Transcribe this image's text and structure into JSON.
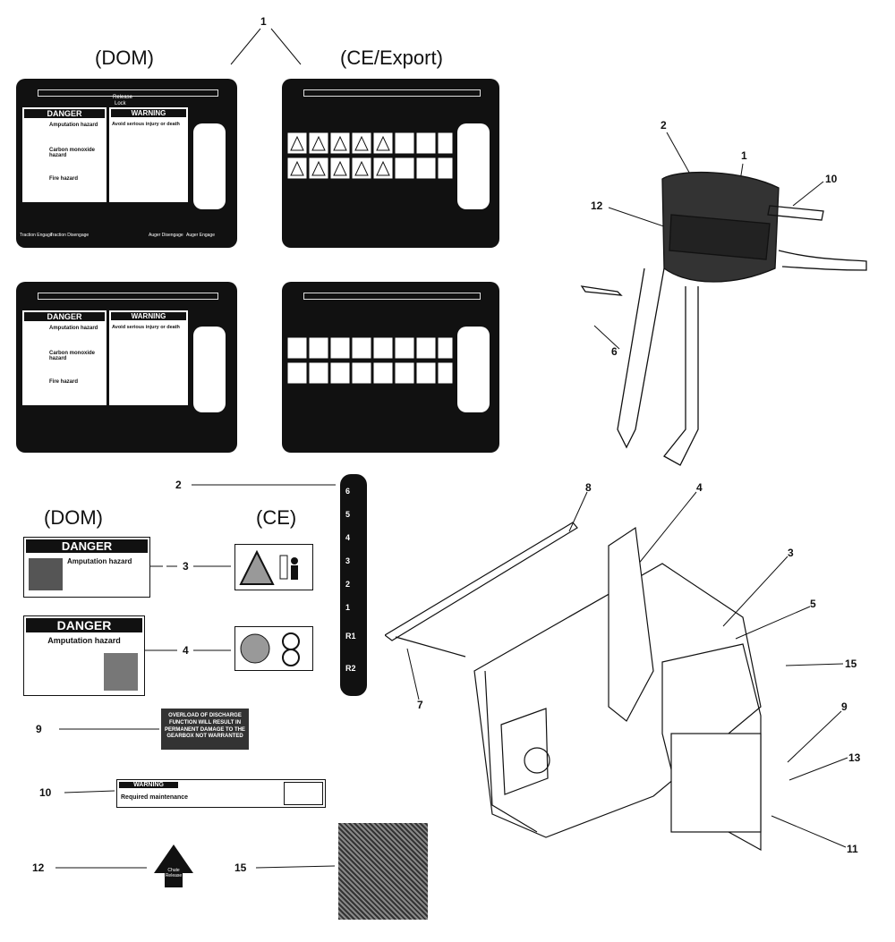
{
  "headings": {
    "dom_top": "(DOM)",
    "ce_export_top": "(CE/Export)",
    "dom_mid": "(DOM)",
    "ce_mid": "(CE)"
  },
  "callouts": {
    "c1_top": "1",
    "c2_decal_strip": "2",
    "c3_decal": "3",
    "c4_decal": "4",
    "c9_decal": "9",
    "c10_decal": "10",
    "c12_decal": "12",
    "c15_decal": "15",
    "c1_handle": "1",
    "c2_handle": "2",
    "c10_handle": "10",
    "c12_handle": "12",
    "c6_handle": "6",
    "c8_housing": "8",
    "c4_housing": "4",
    "c3_housing": "3",
    "c5_housing": "5",
    "c15_housing": "15",
    "c7_housing": "7",
    "c9_housing": "9",
    "c13_housing": "13",
    "c11_housing": "11"
  },
  "panel": {
    "release_text": "Release",
    "lock_text": "Lock",
    "danger": "DANGER",
    "warning": "WARNING",
    "amputation": "Amputation hazard",
    "carbon": "Carbon monoxide hazard",
    "fire": "Fire hazard",
    "avoid_injury": "Avoid serious injury or death",
    "traction_engage": "Traction Engage",
    "traction_disengage": "Traction Disengage",
    "auger_disengage": "Auger Disengage",
    "auger_engage": "Auger Engage"
  },
  "strip": {
    "speeds": [
      "6",
      "5",
      "4",
      "3",
      "2",
      "1",
      "R1",
      "R2"
    ]
  },
  "decals": {
    "danger_title": "DANGER",
    "amputation": "Amputation hazard",
    "warning_title": "WARNING",
    "required_maintenance": "Required maintenance",
    "over_discharge_notice": "OVERLOAD OF DISCHARGE FUNCTION WILL RESULT IN PERMANENT DAMAGE TO THE GEARBOX NOT WARRANTED",
    "chute_release": "Chute Release"
  }
}
